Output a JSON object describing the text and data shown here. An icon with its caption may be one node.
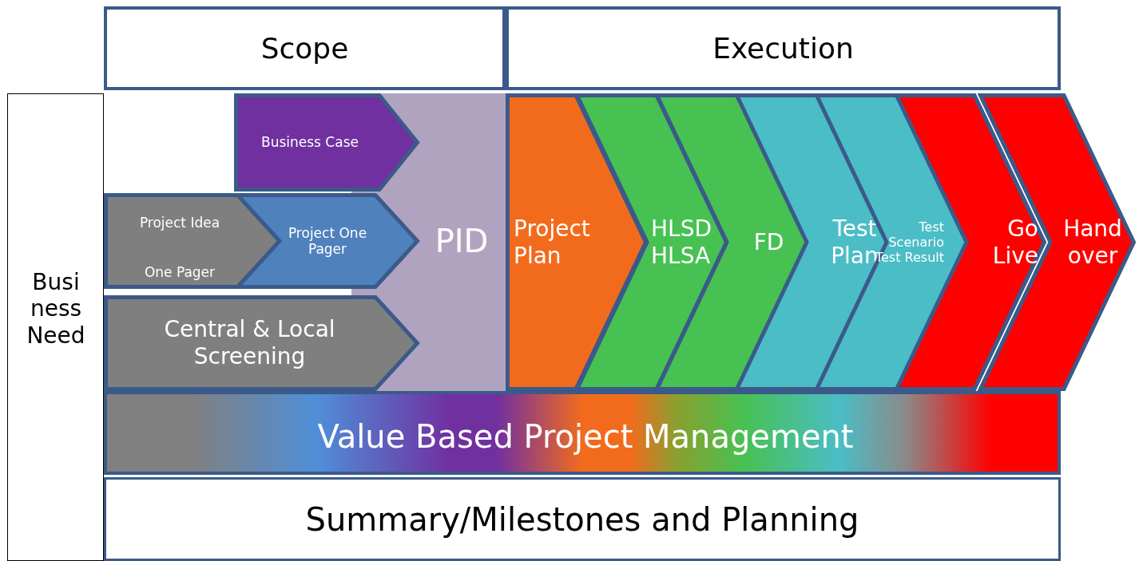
{
  "diagram": {
    "nodes": [
      {
        "text": [
          "Scope"
        ]
      },
      {
        "text": [
          "Execution"
        ]
      },
      {
        "text": [
          "Busi ness Need"
        ]
      },
      {
        "text": [
          "Business Case"
        ]
      },
      {
        "text": [
          "Project Idea",
          "One Pager"
        ]
      },
      {
        "text": [
          "Project One Pager"
        ]
      },
      {
        "text": [
          "Central & Local Screening"
        ]
      },
      {
        "text": [
          "PID"
        ]
      },
      {
        "text": [
          "Project Plan"
        ]
      },
      {
        "text": [
          "HLSD HLSA"
        ]
      },
      {
        "text": [
          "FD"
        ]
      },
      {
        "text": [
          "Test Plan"
        ]
      },
      {
        "text": [
          "Test Scenario Test Result"
        ]
      },
      {
        "text": [
          "Go Live"
        ]
      },
      {
        "text": [
          "Hand over"
        ]
      },
      {
        "text": [
          "Value Based Project Management"
        ]
      },
      {
        "text": [
          "Summary/Milestones and Planning"
        ]
      }
    ]
  }
}
